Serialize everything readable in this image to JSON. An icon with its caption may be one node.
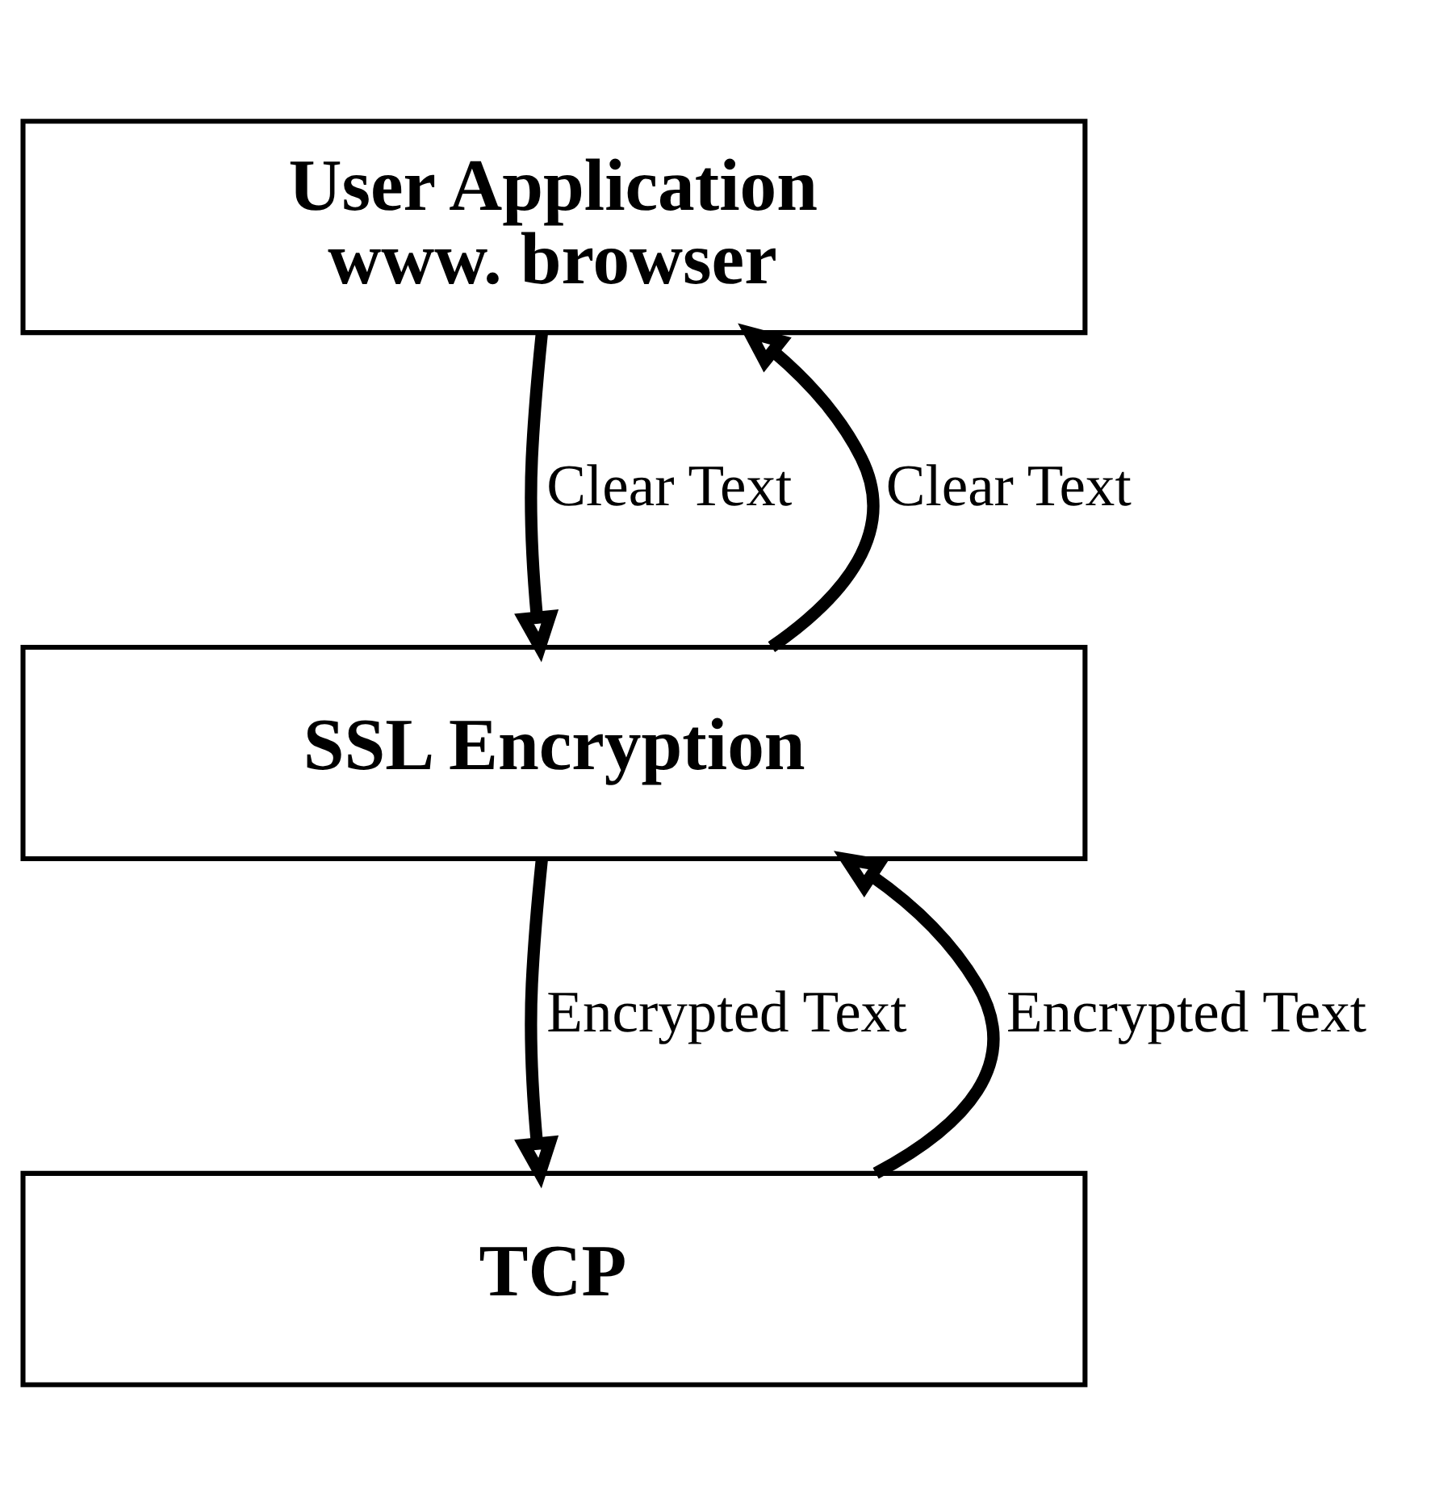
{
  "diagram": {
    "nodes": [
      {
        "text": [
          "User Application",
          "www. browser"
        ]
      },
      {
        "text": [
          "SSL Encryption"
        ]
      },
      {
        "text": [
          "TCP"
        ]
      }
    ],
    "edges": [
      {
        "from": 1,
        "to": 0,
        "arrow": "to",
        "label": "Clear Text"
      },
      {
        "from": 0,
        "to": 1,
        "arrow": "to",
        "label": "Clear Text"
      },
      {
        "from": 2,
        "to": 1,
        "arrow": "to",
        "label": "Encrypted Text"
      },
      {
        "from": 1,
        "to": 2,
        "arrow": "to",
        "label": "Encrypted Text"
      }
    ]
  }
}
